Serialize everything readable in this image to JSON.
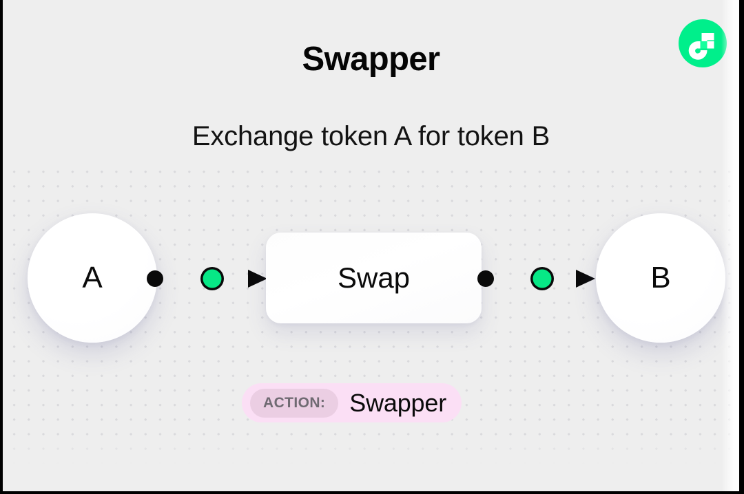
{
  "header": {
    "title": "Swapper",
    "subtitle": "Exchange token A for token B"
  },
  "logo": {
    "name": "flow-logo",
    "circle_color": "#00ef8b",
    "glyph_color": "#ffffff",
    "accent_color": "#16ff9e"
  },
  "diagram": {
    "nodes": [
      {
        "id": "token-a",
        "label": "A",
        "shape": "circle"
      },
      {
        "id": "swap",
        "label": "Swap",
        "shape": "rounded-rect"
      },
      {
        "id": "token-b",
        "label": "B",
        "shape": "circle"
      }
    ],
    "connectors": [
      {
        "id": "connector-left",
        "from": "token-a",
        "to": "swap",
        "accent_color": "#00e57f",
        "line_color": "#0a0a0a"
      },
      {
        "id": "connector-right",
        "from": "swap",
        "to": "token-b",
        "accent_color": "#00e57f",
        "line_color": "#0a0a0a"
      }
    ]
  },
  "action_badge": {
    "key": "ACTION:",
    "value": "Swapper",
    "background_color": "#fbdff5",
    "key_background_color": "#ebcee3",
    "key_text_color": "#6f6a72"
  },
  "canvas": {
    "background_color": "#eeeeee",
    "dot_color": "#d9d9dc"
  }
}
